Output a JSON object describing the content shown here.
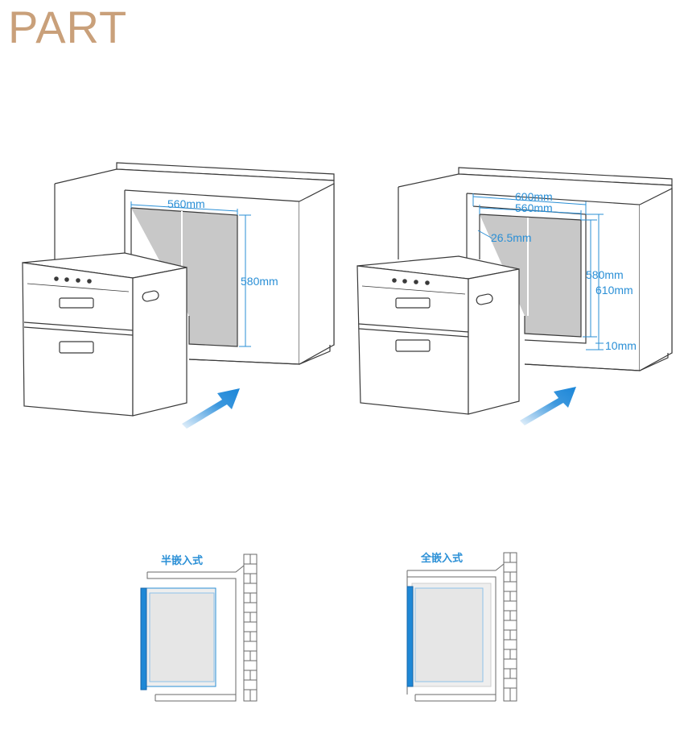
{
  "header": {
    "title": "PART"
  },
  "semi": {
    "width_label": "560mm",
    "height_label": "580mm",
    "caption": "半嵌入式"
  },
  "full": {
    "outer_width_label": "600mm",
    "inner_width_label": "560mm",
    "edge_label": "26.5mm",
    "inner_height_label": "580mm",
    "outer_height_label": "610mm",
    "bottom_gap_label": "10mm",
    "caption": "全嵌入式"
  },
  "colors": {
    "accent": "#2a8fd6",
    "arrow": "#1b86d8",
    "header": "#c9a07a",
    "line": "#3a3a3a",
    "cavity": "#c8c8c8"
  }
}
